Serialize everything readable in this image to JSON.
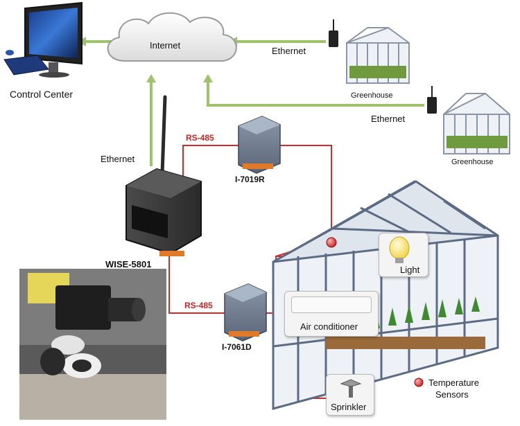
{
  "labels": {
    "internet": "Internet",
    "control_center": "Control Center",
    "ethernet_top": "Ethernet",
    "ethernet_right": "Ethernet",
    "ethernet_left": "Ethernet",
    "greenhouse_1": "Greenhouse",
    "greenhouse_2": "Greenhouse",
    "rs485_top": "RS-485",
    "rs485_bottom": "RS-485",
    "module_top": "I-7019R",
    "module_bottom": "I-7061D",
    "controller": "WISE-5801",
    "light": "Light",
    "air_conditioner": "Air conditioner",
    "sprinkler": "Sprinkler",
    "legend_line1": "Temperature",
    "legend_line2": "Sensors"
  },
  "colors": {
    "ethernet_line": "#9dc46a",
    "rs485_line": "#d42a2a",
    "sensor_dot": "#e0302f",
    "frame": "#5c6b84"
  }
}
